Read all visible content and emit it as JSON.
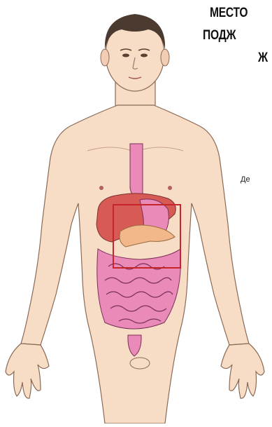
{
  "title_lines": [
    "МЕСТО",
    "ПОДЖ",
    "Ж"
  ],
  "side_label": "Де",
  "colors": {
    "skin": "#f7dcc6",
    "skin_outline": "#8a6a55",
    "hair": "#4a3a30",
    "organ_pink": "#e98ab8",
    "organ_outline": "#7a2f55",
    "liver": "#d85a55",
    "pancreas": "#f2b88a",
    "highlight_box": "#c8242b"
  },
  "icons": [
    "human-body-figure"
  ]
}
